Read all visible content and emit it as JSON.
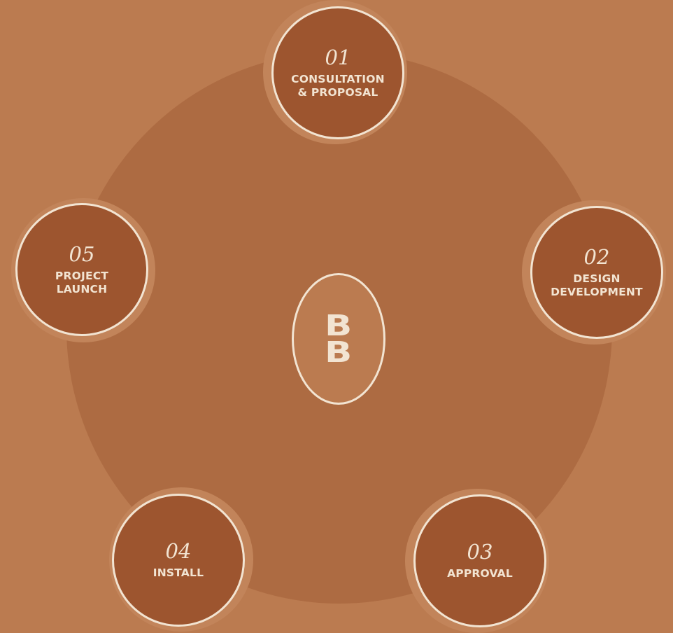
{
  "logo": {
    "letters": [
      "B",
      "B"
    ]
  },
  "steps": [
    {
      "number": "01",
      "label": "CONSULTATION\n& PROPOSAL"
    },
    {
      "number": "02",
      "label": "DESIGN\nDEVELOPMENT"
    },
    {
      "number": "03",
      "label": "APPROVAL"
    },
    {
      "number": "04",
      "label": "INSTALL"
    },
    {
      "number": "05",
      "label": "PROJECT\nLAUNCH"
    }
  ],
  "colors": {
    "background": "#bb7b50",
    "ring": "#ad6b42",
    "step_fill": "#9d552f",
    "outline": "#f2e4d2"
  }
}
